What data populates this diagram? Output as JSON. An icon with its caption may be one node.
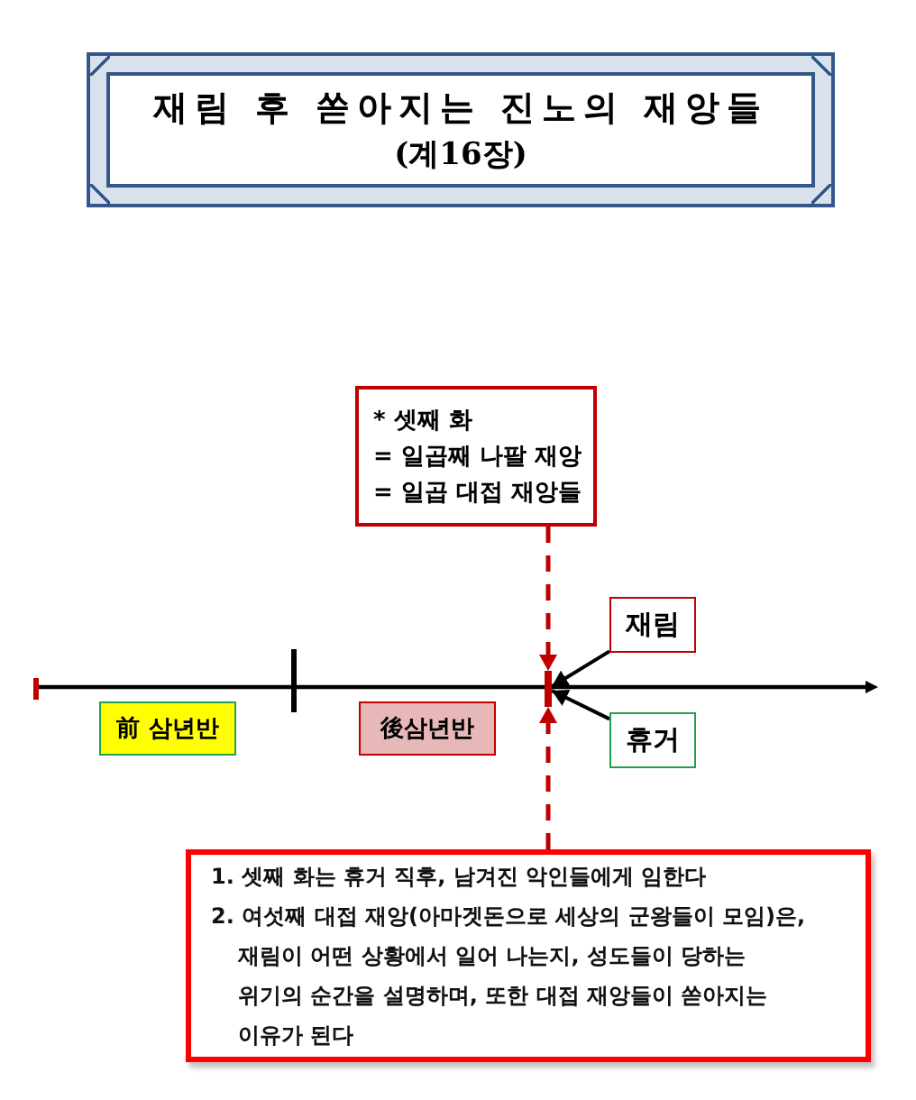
{
  "diagram": {
    "nodes": [
      {
        "text": [
          "재림 후 쏟아지는 진노의 재앙들",
          "(계16장)"
        ]
      },
      {
        "text": [
          "* 셋째 화",
          "= 일곱째 나팔 재앙",
          "= 일곱 대접 재앙들"
        ]
      },
      {
        "text": [
          "재림"
        ]
      },
      {
        "text": [
          "휴거"
        ]
      },
      {
        "text": [
          "前 삼년반"
        ]
      },
      {
        "text": [
          "後삼년반"
        ]
      },
      {
        "text": [],
        "shape": "bar"
      },
      {
        "text": [
          "1. 셋째 화는 휴거 직후, 남겨진 악인들에게 임한다",
          "2. 여섯째 대접 재앙(아마겟돈으로 세상의 군왕들이 모임)은, 재림이 어떤 상황에서 일어 나는지, 성도들이 당하는 위기의 순간을 설명하며, 또한 대접 재앙들이 쏟아지는 이유가 된다"
        ]
      }
    ],
    "edges": [
      {
        "from": 1,
        "to": 6,
        "arrow": "to",
        "style": "dashed",
        "color": "#c00000"
      },
      {
        "from": 7,
        "to": 6,
        "arrow": "to",
        "style": "dashed",
        "color": "#c00000"
      },
      {
        "from": 2,
        "to": 6,
        "arrow": "to",
        "color": "#000000"
      },
      {
        "from": 3,
        "to": 6,
        "arrow": "to",
        "color": "#000000"
      }
    ]
  }
}
